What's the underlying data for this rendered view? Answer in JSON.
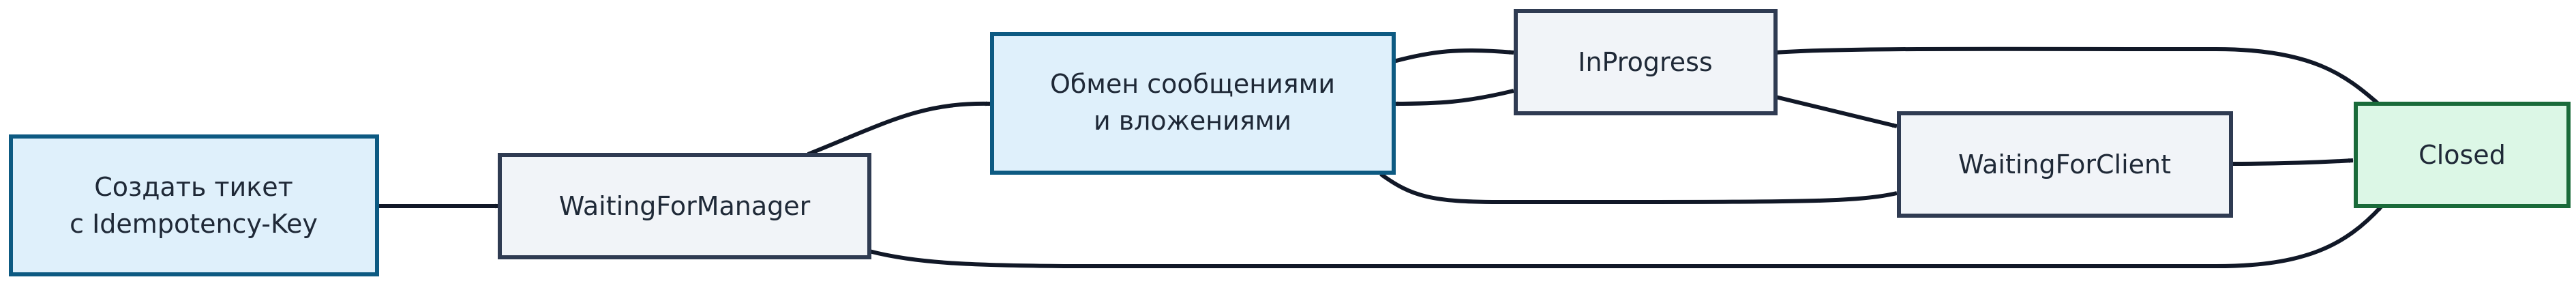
{
  "colors": {
    "action_fill": "#dff0fb",
    "action_stroke": "#0d5a82",
    "state_fill": "#f1f4f8",
    "state_stroke": "#2f3b52",
    "final_fill": "#dcf7e6",
    "final_stroke": "#1a6b3a",
    "edge": "#111827"
  },
  "nodes": {
    "create_ticket": {
      "line1": "Создать тикет",
      "line2": "с Idempotency-Key"
    },
    "waiting_for_manager": {
      "label": "WaitingForManager"
    },
    "exchange": {
      "line1": "Обмен сообщениями",
      "line2": "и вложениями"
    },
    "in_progress": {
      "label": "InProgress"
    },
    "waiting_for_client": {
      "label": "WaitingForClient"
    },
    "closed": {
      "label": "Closed"
    }
  },
  "edges": [
    {
      "from": "create_ticket",
      "to": "waiting_for_manager"
    },
    {
      "from": "waiting_for_manager",
      "to": "exchange"
    },
    {
      "from": "waiting_for_manager",
      "to": "closed"
    },
    {
      "from": "exchange",
      "to": "in_progress"
    },
    {
      "from": "in_progress",
      "to": "exchange"
    },
    {
      "from": "in_progress",
      "to": "waiting_for_client"
    },
    {
      "from": "in_progress",
      "to": "closed"
    },
    {
      "from": "waiting_for_client",
      "to": "exchange"
    },
    {
      "from": "waiting_for_client",
      "to": "closed"
    }
  ]
}
